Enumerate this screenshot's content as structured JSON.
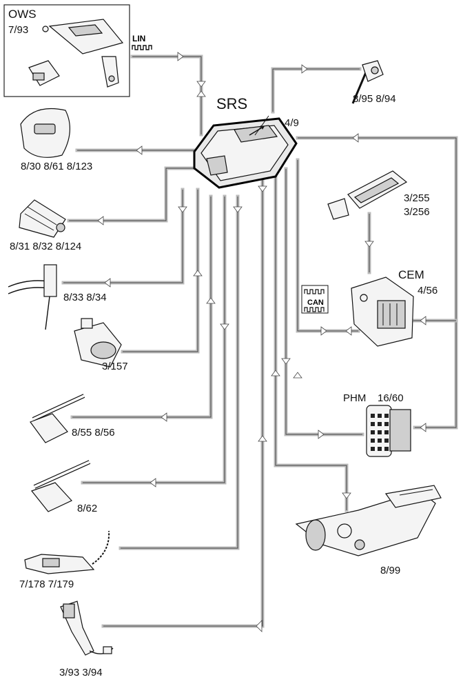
{
  "srs": {
    "title": "SRS",
    "ref": "4/9"
  },
  "ows": {
    "title": "OWS",
    "ref": "7/93"
  },
  "bus": {
    "lin": "LIN",
    "can": "CAN"
  },
  "cem": {
    "title": "CEM",
    "ref": "4/56"
  },
  "phm": {
    "title": "PHM",
    "ref": "16/60"
  },
  "labels": {
    "steering_angle": "8/95  8/94",
    "driver_airbag": "8/30  8/61 8/123",
    "passenger_airbag": "8/31  8/32 8/124",
    "belt_tensioner": "8/33  8/34",
    "ignition": "3/157",
    "curtain_1": "8/55  8/56",
    "curtain_2": "8/62",
    "side_sensor": "7/178  7/179",
    "buckle": "3/93  3/94",
    "module_ref1": "3/255",
    "module_ref2": "3/256",
    "steering_column": "8/99"
  }
}
